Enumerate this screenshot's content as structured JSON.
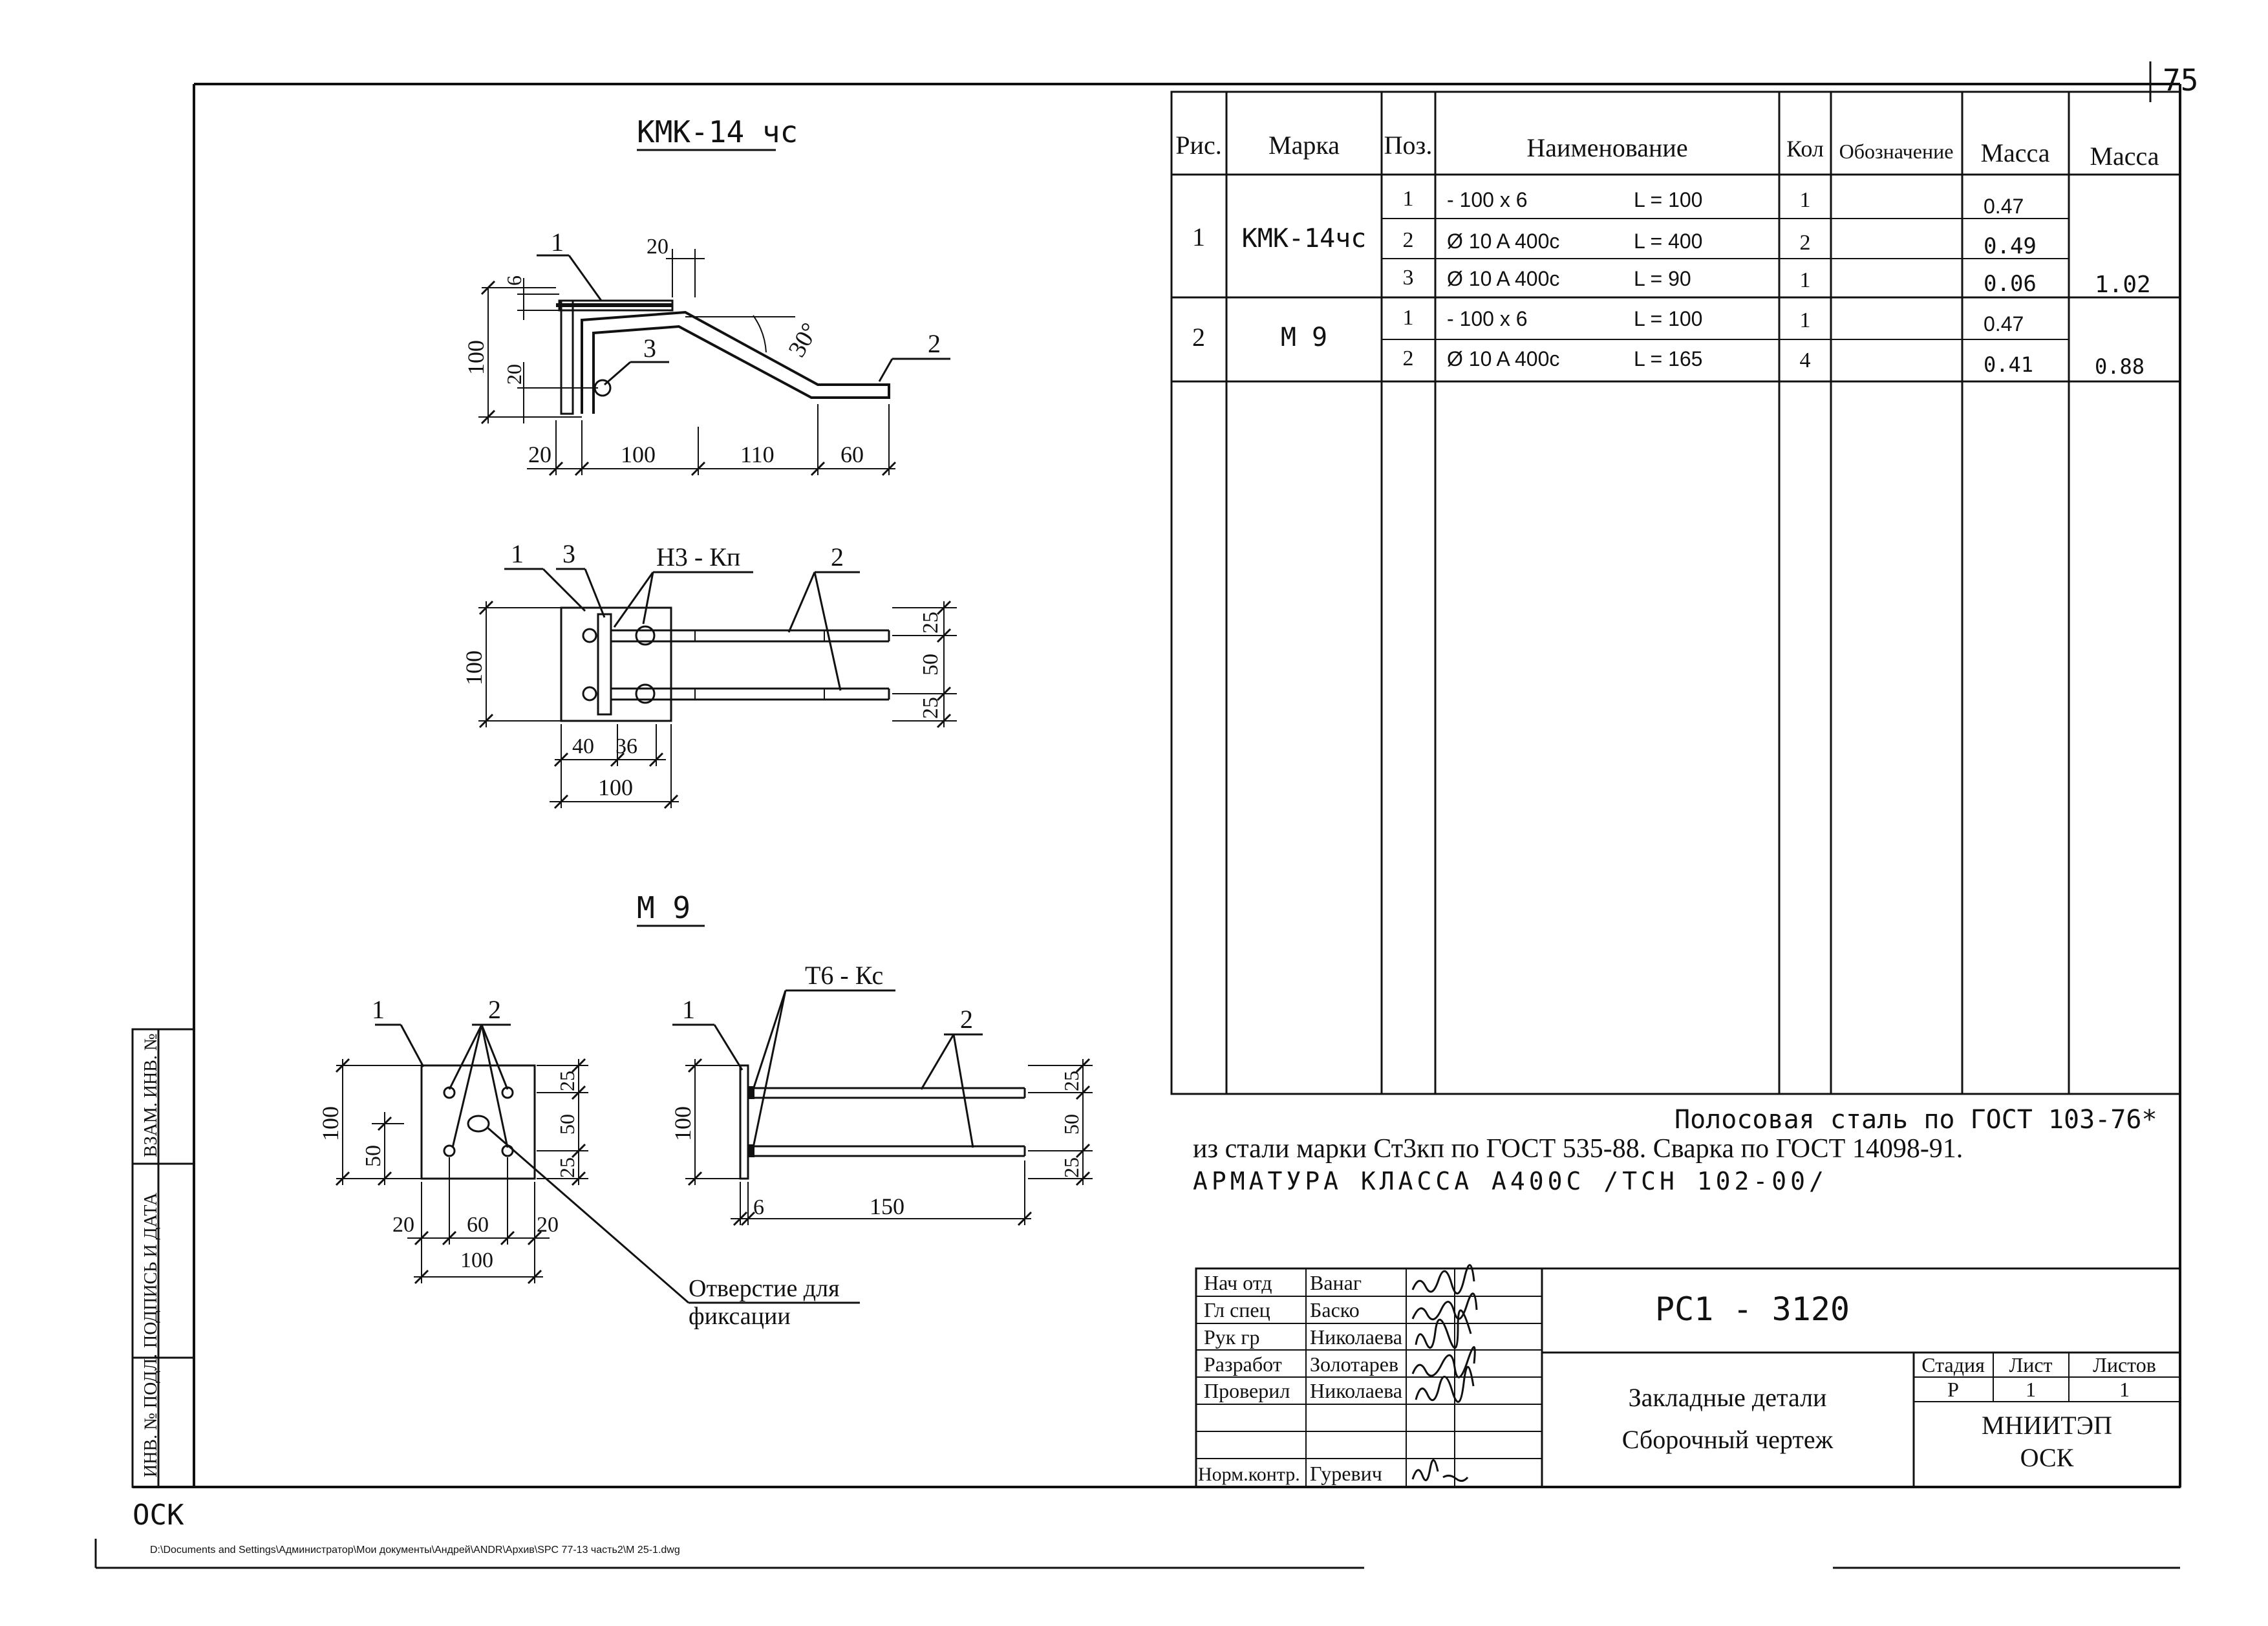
{
  "page_number": "75",
  "drawings": {
    "title_kmk": "КМК-14 чс",
    "title_m9": "М 9",
    "callouts": {
      "p1": "1",
      "p2": "2",
      "p3": "3",
      "weld_kmk": "Н3 - Кп",
      "weld_m9": "Т6 - Кс",
      "hole_line1": "Отверстие для",
      "hole_line2": "фиксации"
    },
    "dims": {
      "d6": "6",
      "d20": "20",
      "d100": "100",
      "d110": "110",
      "d60": "60",
      "d30deg": "30°",
      "d25": "25",
      "d50": "50",
      "d40": "40",
      "d36": "36",
      "d150": "150"
    }
  },
  "spec_table": {
    "headers": [
      "Рис.",
      "Марка",
      "Поз.",
      "Наименование",
      "Кол",
      "Обозначение",
      "Масса",
      "Масса"
    ],
    "groups": [
      {
        "fig": "1",
        "mark": "КМК-14чс",
        "rows": [
          {
            "pos": "1",
            "name": "- 100 x 6",
            "length": "L = 100",
            "qty": "1",
            "mass": "0.47"
          },
          {
            "pos": "2",
            "name": "Ø 10 A 400c",
            "length": "L = 400",
            "qty": "2",
            "mass": "0.49"
          },
          {
            "pos": "3",
            "name": "Ø 10 A 400c",
            "length": "L = 90",
            "qty": "1",
            "mass": "0.06"
          }
        ],
        "total_mass": "1.02"
      },
      {
        "fig": "2",
        "mark": "М 9",
        "rows": [
          {
            "pos": "1",
            "name": "- 100 x 6",
            "length": "L = 100",
            "qty": "1",
            "mass": "0.47"
          },
          {
            "pos": "2",
            "name": "Ø 10 A 400c",
            "length": "L = 165",
            "qty": "4",
            "mass": "0.41"
          }
        ],
        "total_mass": "0.88"
      }
    ]
  },
  "notes": {
    "line1": "Полосовая сталь по ГОСТ 103-76*",
    "line2": "из стали марки Ст3кп по ГОСТ 535-88. Сварка по ГОСТ 14098-91.",
    "line3": "АРМАТУРА КЛАССА А400С /ТСН 102-00/"
  },
  "title_block": {
    "signatures": [
      {
        "role": "Нач отд",
        "name": "Ванаг"
      },
      {
        "role": "Гл спец",
        "name": "Баско"
      },
      {
        "role": "Рук гр",
        "name": "Николаева"
      },
      {
        "role": "Разработ",
        "name": "Золотарев"
      },
      {
        "role": "Проверил",
        "name": "Николаева"
      },
      {
        "role": "",
        "name": ""
      },
      {
        "role": "Норм.контр.",
        "name": "Гуревич"
      }
    ],
    "doc_code": "РС1 - 3120",
    "title_line1": "Закладные детали",
    "title_line2": "Сборочный   чертеж",
    "stage_label": "Стадия",
    "sheet_label": "Лист",
    "sheets_label": "Листов",
    "stage": "Р",
    "sheet": "1",
    "sheets": "1",
    "org_line1": "МНИИТЭП",
    "org_line2": "ОСК"
  },
  "side_stamp": {
    "vzam": "ВЗАМ. ИНВ. №",
    "podpis": "ПОДПИСЬ И ДАТА",
    "inv": "ИНВ. № ПОДЛ."
  },
  "footer": {
    "org_mark": "ОСК",
    "path": "D:\\Documents and Settings\\Администратор\\Мои документы\\Андрей\\ANDR\\Архив\\SPC 77-13 часть2\\М 25-1.dwg"
  }
}
